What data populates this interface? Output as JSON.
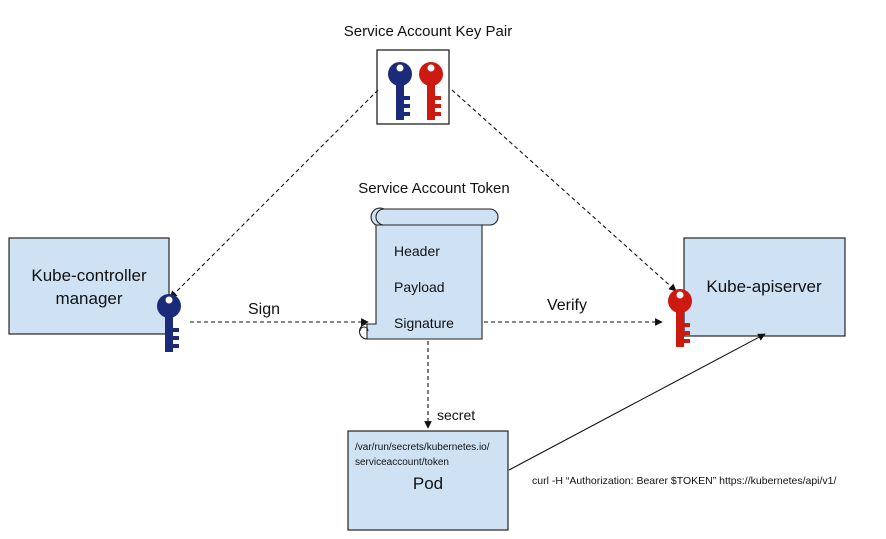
{
  "key_pair": {
    "title": "Service Account Key Pair"
  },
  "token": {
    "title": "Service Account Token",
    "fields": [
      "Header",
      "Payload",
      "Signature"
    ]
  },
  "controller": {
    "line1": "Kube-controller",
    "line2": "manager"
  },
  "apiserver": {
    "label": "Kube-apiserver"
  },
  "edges": {
    "sign": "Sign",
    "verify": "Verify",
    "secret": "secret"
  },
  "pod": {
    "path_line1": "/var/run/secrets/kubernetes.io/",
    "path_line2": "serviceaccount/token",
    "label": "Pod"
  },
  "curl_command": "curl -H “Authorization: Bearer $TOKEN” https://kubernetes/api/v1/",
  "colors": {
    "box_fill": "#cfe2f3",
    "private_key": "#1c2a7a",
    "public_key": "#cc1a10"
  }
}
